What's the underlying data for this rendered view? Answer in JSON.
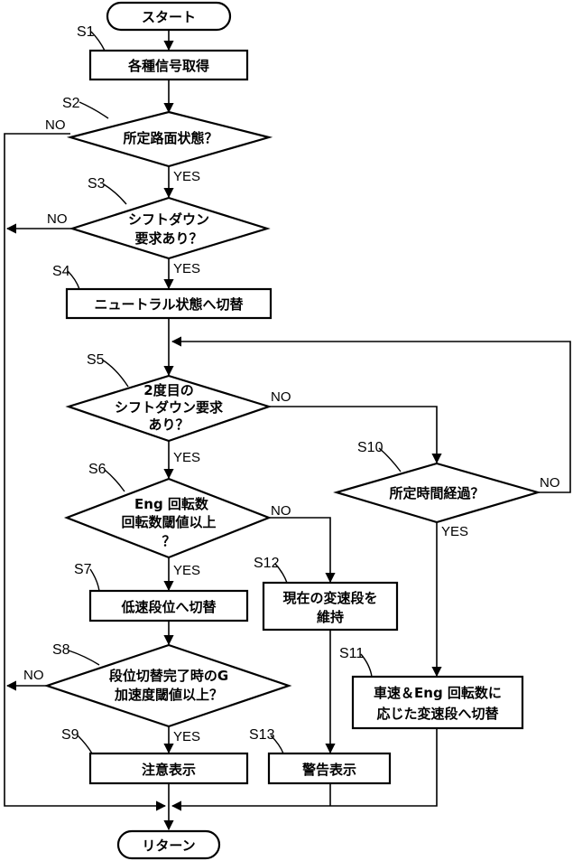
{
  "terminals": {
    "start": "スタート",
    "end": "リターン"
  },
  "steps": {
    "s1": {
      "id": "S1",
      "text": [
        "各種信号取得"
      ]
    },
    "s2": {
      "id": "S2",
      "text": [
        "所定路面状態？"
      ]
    },
    "s3": {
      "id": "S3",
      "text": [
        "シフトダウン",
        "要求あり？"
      ]
    },
    "s4": {
      "id": "S4",
      "text": [
        "ニュートラル状態へ切替"
      ]
    },
    "s5": {
      "id": "S5",
      "text": [
        "2度目の",
        "シフトダウン要求",
        "あり？"
      ]
    },
    "s6": {
      "id": "S6",
      "text": [
        "Eng 回転数",
        "回転数閾値以上",
        "？"
      ]
    },
    "s7": {
      "id": "S7",
      "text": [
        "低速段位へ切替"
      ]
    },
    "s8": {
      "id": "S8",
      "text": [
        "段位切替完了時のG",
        "加速度閾値以上？"
      ]
    },
    "s9": {
      "id": "S9",
      "text": [
        "注意表示"
      ]
    },
    "s10": {
      "id": "S10",
      "text": [
        "所定時間経過？"
      ]
    },
    "s11": {
      "id": "S11",
      "text": [
        "車速＆Eng 回転数に",
        "応じた変速段へ切替"
      ]
    },
    "s12": {
      "id": "S12",
      "text": [
        "現在の変速段を",
        "維持"
      ]
    },
    "s13": {
      "id": "S13",
      "text": [
        "警告表示"
      ]
    }
  },
  "labels": {
    "yes": "YES",
    "no": "NO"
  }
}
